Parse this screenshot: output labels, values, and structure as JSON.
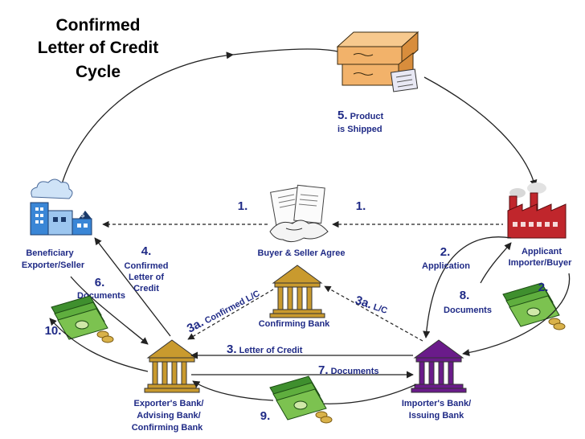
{
  "title": {
    "line1": "Confirmed",
    "line2": "Letter of Credit",
    "line3": "Cycle"
  },
  "parties": {
    "beneficiary": {
      "line1": "Beneficiary",
      "line2": "Exporter/Seller"
    },
    "applicant": {
      "line1": "Applicant",
      "line2": "Importer/Buyer"
    },
    "agreement": "Buyer & Seller Agree",
    "confirming_bank": "Confirming Bank",
    "exporters_bank": {
      "line1": "Exporter's Bank/",
      "line2": "Advising Bank/",
      "line3": "Confirming Bank"
    },
    "importers_bank": {
      "line1": "Importer's Bank/",
      "line2": "Issuing Bank"
    }
  },
  "steps": {
    "s1_left": "1.",
    "s1_right": "1.",
    "s2_num": "2.",
    "s2_label": "Application",
    "s2_money": "2.",
    "s3_num": "3.",
    "s3_label": "Letter of Credit",
    "s3a_right_num": "3a.",
    "s3a_right_label": "L/C",
    "s3a_left_num": "3a.",
    "s3a_left_label": "Confirmed L/C",
    "s4_num": "4.",
    "s4_line1": "Confirmed",
    "s4_line2": "Letter of",
    "s4_line3": "Credit",
    "s5_num": "5.",
    "s5_line1": "Product",
    "s5_line2": "is Shipped",
    "s6_num": "6.",
    "s6_label": "Documents",
    "s7_num": "7.",
    "s7_label": "Documents",
    "s8_num": "8.",
    "s8_label": "Documents",
    "s9_num": "9.",
    "s10_num": "10."
  },
  "icons": {
    "factory_left": "office-building-icon",
    "factory_right": "factory-icon",
    "boxes": "shipping-boxes-icon",
    "handshake": "handshake-documents-icon",
    "bank": "bank-icon",
    "money": "money-stack-icon"
  },
  "colors": {
    "label": "#1f2a86",
    "gold_bank": "#c99a2e",
    "purple_bank": "#6a1b8a",
    "money_green": "#3f8f2e",
    "factory_red": "#c0262c",
    "box_orange": "#f2b26a"
  }
}
